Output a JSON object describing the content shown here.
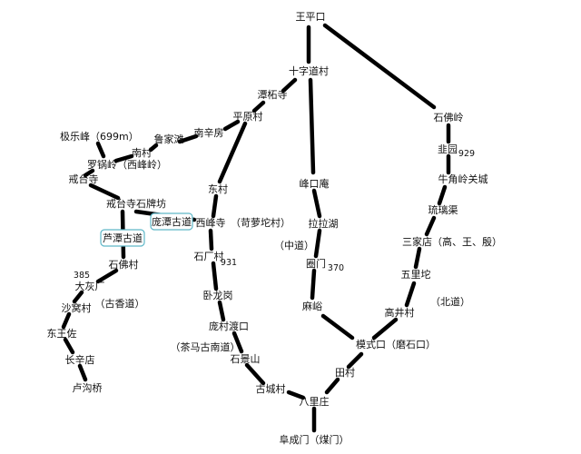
{
  "colors": {
    "route": "#000000",
    "label": "#111111",
    "tag_border": "#5fb7c8"
  },
  "places": {
    "wangpingkou": "王平口",
    "shizidaocun": "十字道村",
    "tanzhesi": "潭柘寺",
    "pingyuancun": "平原村",
    "nanxinfang": "南辛房",
    "lujiatan": "鲁家滩",
    "nancun": "南村",
    "jilefeng": "极乐峰（699m）",
    "luoguoling": "罗锅岭（西峰岭）",
    "jietaisi": "戒台寺",
    "jietaisi_paifang": "戒台寺石牌坊",
    "dongcun": "东村",
    "xifengsi": "西峰寺",
    "luoluotuocun": "（苛萝坨村）",
    "shiguangcun": "石厂村",
    "num931": "931",
    "wolonggang": "卧龙岗",
    "pangcundukou": "庞村渡口",
    "chamagudao": "（茶马古南道）",
    "shijingshan": "石景山",
    "guchengcun": "古城村",
    "balizhuang": "八里庄",
    "fuchengmen": "阜成门（煤门）",
    "shifocun": "石佛村",
    "num385": "385",
    "dahuichang": "大灰厂",
    "guxiangdao": "（古香道）",
    "shaowocun": "沙窝村",
    "dongwangzuo": "东王佐",
    "changxindian": "长辛店",
    "lugouqiao": "卢沟桥",
    "yukouan": "峰口庵",
    "lalahu": "拉拉湖",
    "zhongdao": "（中道）",
    "quanmen": "圈门",
    "num370": "370",
    "mayu": "麻峪",
    "moshikou": "模式口（磨石口）",
    "tiancun": "田村",
    "shifoling": "石佛岭",
    "guiyuan": "韭园",
    "num929": "929",
    "niujiaoling": "牛角岭关城",
    "liulique": "琉璃渠",
    "sanjiadian": "三家店（高、王、殷）",
    "wulituo": "五里坨",
    "beidao": "（北道）",
    "gaojingcun": "高井村"
  },
  "tags": {
    "pangtan": "庞潭古道",
    "lutan": "芦潭古道"
  }
}
